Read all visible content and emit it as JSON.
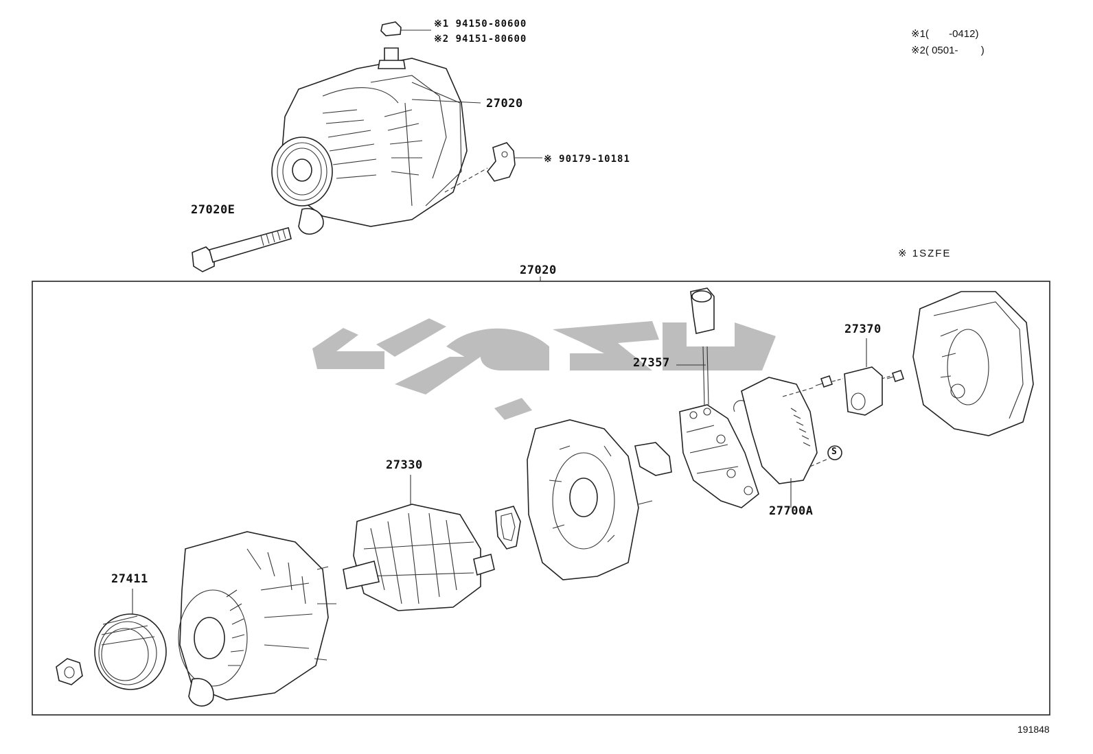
{
  "diagram": {
    "notes": {
      "note1": "※1(       -0412)",
      "note2": "※2( 0501-        )",
      "engine": "※ 1SZFE"
    },
    "bolt_callouts": {
      "c1": "※1  94150-80600",
      "c2": "※2  94151-80600"
    },
    "labels": {
      "alternator_assy": "27020",
      "bracket": "※ 90179-10181",
      "bolt": "27020E",
      "exploded_assy": "27020",
      "terminal_insulator": "27357",
      "brush_holder": "27370",
      "rotor": "27330",
      "regulator": "27700A",
      "pulley": "27411"
    },
    "symbol_s": "S",
    "drawing_number": "191848"
  }
}
